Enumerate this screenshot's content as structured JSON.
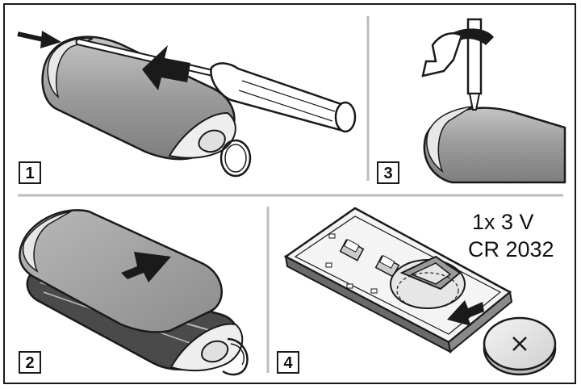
{
  "steps": [
    {
      "number": "1"
    },
    {
      "number": "3"
    },
    {
      "number": "2"
    },
    {
      "number": "4"
    }
  ],
  "battery": {
    "line1": "1x 3 V",
    "line2": "CR 2032"
  },
  "colors": {
    "outline": "#1a1a1a",
    "body_gray": "#9a9a9a",
    "light_gray": "#cfcfcf",
    "divider": "#bdbdbd"
  },
  "icons": [
    "screwdriver",
    "push-arrow",
    "rotate-arrow",
    "key-fob",
    "key-ring",
    "coin-battery"
  ]
}
